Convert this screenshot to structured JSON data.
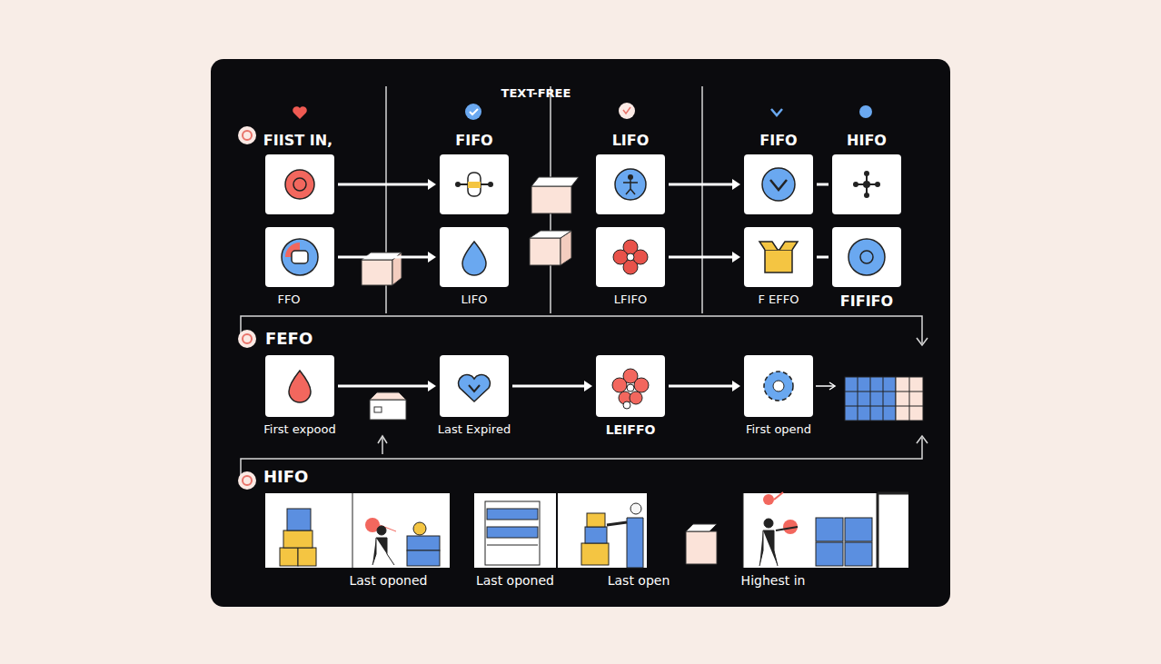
{
  "diagram": {
    "nodes": [
      {
        "text": [
          "FIIST IN,"
        ]
      },
      {
        "text": [
          "FIFO"
        ]
      },
      {
        "text": [
          "LIFO"
        ]
      },
      {
        "text": [
          "FIFO"
        ]
      },
      {
        "text": [
          "HIFO"
        ]
      },
      {
        "text": [
          "FFO"
        ]
      },
      {
        "text": [
          "LIFO"
        ]
      },
      {
        "text": [
          "LFIFO"
        ]
      },
      {
        "text": [
          "F EFFO"
        ]
      },
      {
        "text": [
          "FIFIFO"
        ]
      },
      {
        "text": [
          "First expood"
        ]
      },
      {
        "text": [
          "Last Expired"
        ]
      },
      {
        "text": [
          "LEIFFO"
        ]
      },
      {
        "text": [
          "First opend"
        ]
      },
      {
        "text": [
          "Last oponed"
        ]
      },
      {
        "text": [
          "Last oponed"
        ]
      },
      {
        "text": [
          "Last open"
        ]
      },
      {
        "text": [
          "Highest in"
        ]
      }
    ],
    "edges": [
      {
        "from": 0,
        "to": 1,
        "arrow": "to"
      },
      {
        "from": 2,
        "to": 3,
        "arrow": "to"
      },
      {
        "from": 3,
        "to": 4,
        "arrow": "none"
      },
      {
        "from": 5,
        "to": 6,
        "arrow": "to"
      },
      {
        "from": 7,
        "to": 8,
        "arrow": "to"
      },
      {
        "from": 8,
        "to": 9,
        "arrow": "none"
      },
      {
        "from": 10,
        "to": 11,
        "arrow": "to"
      },
      {
        "from": 11,
        "to": 12,
        "arrow": "to"
      },
      {
        "from": 12,
        "to": 13,
        "arrow": "to"
      }
    ],
    "labels": [
      "TEXT-FREE",
      "FEFO",
      "HIFO"
    ]
  }
}
